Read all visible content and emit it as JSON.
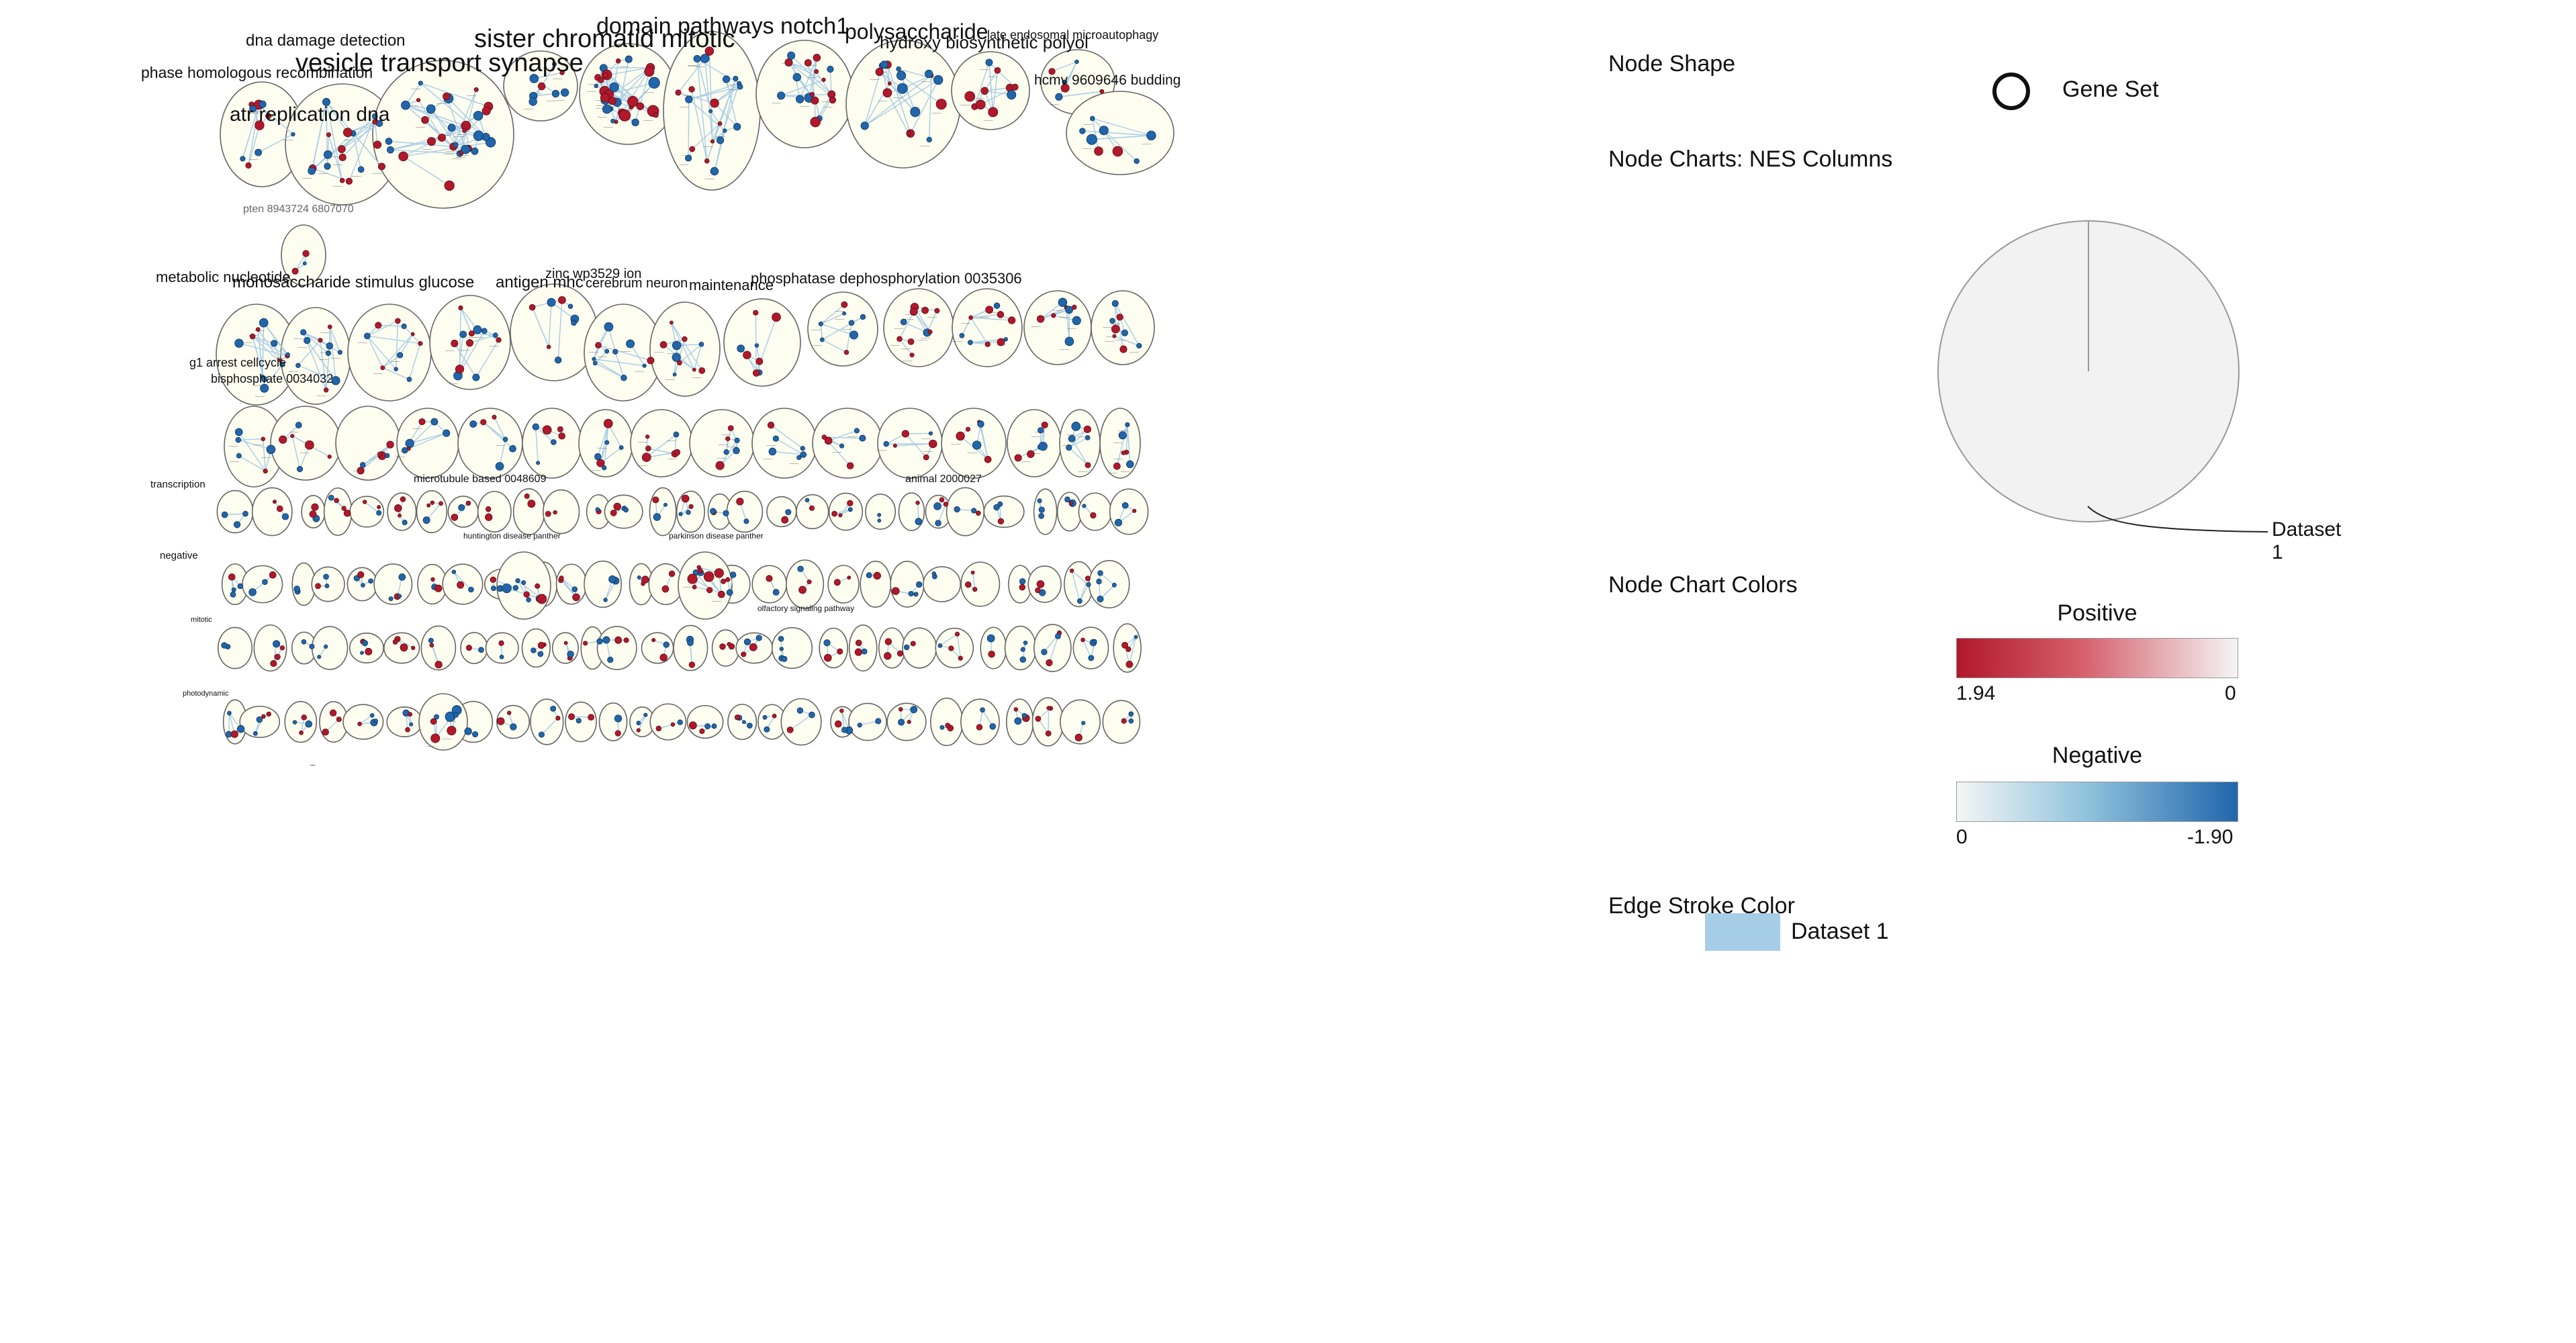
{
  "legend": {
    "node_shape_heading": "Node Shape",
    "gene_set_label": "Gene Set",
    "node_charts_heading": "Node Charts: NES Columns",
    "pie_dataset_label": "Dataset 1",
    "node_chart_colors_heading": "Node Chart Colors",
    "positive_caption": "Positive",
    "positive_min": "1.94",
    "positive_max": "0",
    "negative_caption": "Negative",
    "negative_min": "0",
    "negative_max": "-1.90",
    "edge_stroke_heading": "Edge Stroke Color",
    "edge_dataset_label": "Dataset 1",
    "colors": {
      "positive": "#b2182b",
      "negative": "#2166ac",
      "edge": "#a6cde6",
      "pie_fill": "#f2f2f2"
    }
  },
  "network": {
    "cluster_labels": [
      "dna damage detection",
      "phase homologous recombination",
      "vesicle transport synapse",
      "atr replication dna",
      "sister chromatid mitotic",
      "domain pathways notch1",
      "polysaccharide",
      "hydroxy biosynthetic polyol",
      "late endosomal microautophagy",
      "hcmv 9609646 budding",
      "pten 8943724 6807070",
      "metabolic nucleotide",
      "monosaccharide stimulus glucose",
      "antigen mhc",
      "zinc wp3529 ion",
      "cerebrum neuron",
      "maintenance",
      "phosphatase dephosphorylation 0035306",
      "g1 arrest cellcycle",
      "bisphosphate 0034032",
      "microtubule based 0048609",
      "animal 2000027",
      "transcription",
      "negative",
      "huntington disease panther",
      "parkinson disease panther",
      "olfactory signaling pathway",
      "mitotic",
      "photodynamic"
    ]
  }
}
